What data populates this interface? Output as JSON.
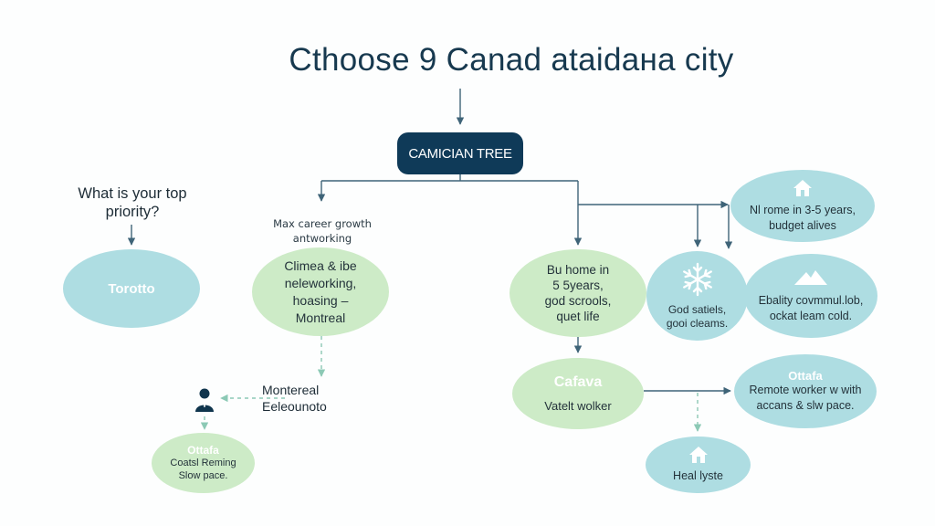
{
  "title": "Cthoose 9 Canad ataidaнa city",
  "root_label": "CAMICIAN TREE",
  "left_question": {
    "line1": "What is your top",
    "line2": "priority?"
  },
  "middle_question": {
    "line1": "Max career growth",
    "line2": "antworking"
  },
  "nodes": {
    "toronto": {
      "label": "Torotto"
    },
    "montreal": {
      "lines": [
        "Climea & ibe",
        "neleworking,",
        "hoasing –",
        "Montreal"
      ]
    },
    "montreal_result": {
      "line1": "Montereal",
      "line2": "Eeleounoto"
    },
    "ottawa_left": {
      "title": "Ottafa",
      "line1": "Coatsl Reming",
      "line2": "Slow pace."
    },
    "buy_home": {
      "lines": [
        "Bu home in",
        "5 5years,",
        "god scrools,",
        "quet life"
      ]
    },
    "ottawa_center": {
      "title": "Cafava",
      "subtitle": "Vatelt wolker"
    },
    "snow_node": {
      "line1": "God satiels,",
      "line2": "gooi cleams."
    },
    "nr_home": {
      "line1": "Nl rome in 3-5 years,",
      "line2": "budget alives"
    },
    "stability": {
      "line1": "Ebality covmmul.lob,",
      "line2": "ockat leam cold."
    },
    "remote": {
      "title": "Ottafa",
      "line1": "Remote worker w with",
      "line2": "accans & slw pace."
    },
    "health": {
      "label": "Heal lyste"
    }
  },
  "icons": {
    "home": "home-icon",
    "snowflake": "snowflake-icon",
    "mountain": "mountain-icon",
    "person": "person-icon"
  },
  "colors": {
    "title": "#17394f",
    "root_bg": "#0f3a58",
    "blue_node": "#aedde2",
    "green_node": "#cdebc7",
    "connector": "#3f6478",
    "dashed_connector": "#9ed0c0"
  }
}
